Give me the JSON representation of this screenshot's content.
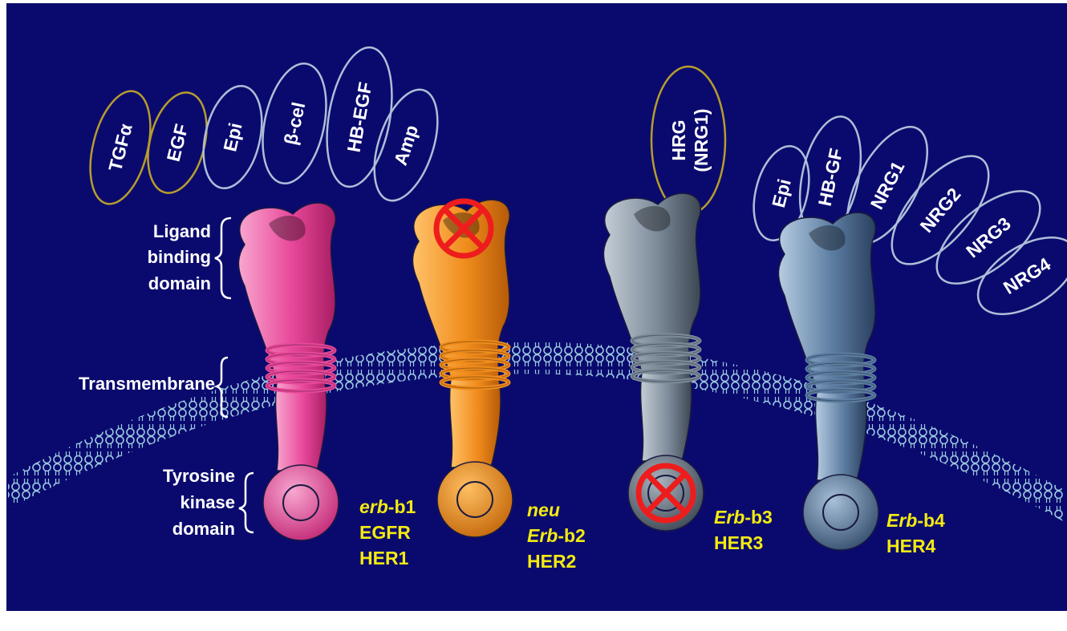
{
  "colors": {
    "background": "#0a0a6e",
    "label_white": "#ffffff",
    "label_yellow": "#f3ea12",
    "ligand_outline_gold": "#b79d2c",
    "ligand_outline_gray": "#aebed8",
    "membrane": "#9ccbe0",
    "blocked_red": "#ee1d1d",
    "her1": "#e8489a",
    "her2": "#f08c1c",
    "her3": "#7d8b9a",
    "her4": "#5d7ea2"
  },
  "domain_labels": {
    "ligand_binding": [
      "Ligand",
      "binding",
      "domain"
    ],
    "transmembrane": "Transmembrane",
    "tyrosine_kinase": [
      "Tyrosine",
      "kinase",
      "domain"
    ]
  },
  "ligands_left": [
    {
      "label": "TGFα",
      "outline": "gold"
    },
    {
      "label": "EGF",
      "outline": "gold"
    },
    {
      "label": "Epi",
      "outline": "gray"
    },
    {
      "label": "β-cel",
      "outline": "gray"
    },
    {
      "label": "HB-EGF",
      "outline": "gray"
    },
    {
      "label": "Amp",
      "outline": "gray"
    }
  ],
  "ligand_center": {
    "lines": [
      "HRG",
      "(NRG1)"
    ],
    "outline": "gold"
  },
  "ligands_right": [
    {
      "label": "Epi",
      "outline": "gray"
    },
    {
      "label": "HB-GF",
      "outline": "gray"
    },
    {
      "label": "NRG1",
      "outline": "gray"
    },
    {
      "label": "NRG2",
      "outline": "gray"
    },
    {
      "label": "NRG3",
      "outline": "gray"
    },
    {
      "label": "NRG4",
      "outline": "gray"
    }
  ],
  "receptors": [
    {
      "key": "her1",
      "names": [
        {
          "italic": "erb",
          "rest": "-b1"
        },
        {
          "italic": "",
          "rest": "EGFR"
        },
        {
          "italic": "",
          "rest": "HER1"
        }
      ],
      "blocked": "none"
    },
    {
      "key": "her2",
      "names": [
        {
          "italic": "neu",
          "rest": ""
        },
        {
          "italic": "Erb",
          "rest": "-b2"
        },
        {
          "italic": "",
          "rest": "HER2"
        }
      ],
      "blocked": "ligand-binding"
    },
    {
      "key": "her3",
      "names": [
        {
          "italic": "Erb",
          "rest": "-b3"
        },
        {
          "italic": "",
          "rest": "HER3"
        }
      ],
      "blocked": "tyrosine-kinase"
    },
    {
      "key": "her4",
      "names": [
        {
          "italic": "Erb",
          "rest": "-b4"
        },
        {
          "italic": "",
          "rest": "HER4"
        }
      ],
      "blocked": "none"
    }
  ]
}
